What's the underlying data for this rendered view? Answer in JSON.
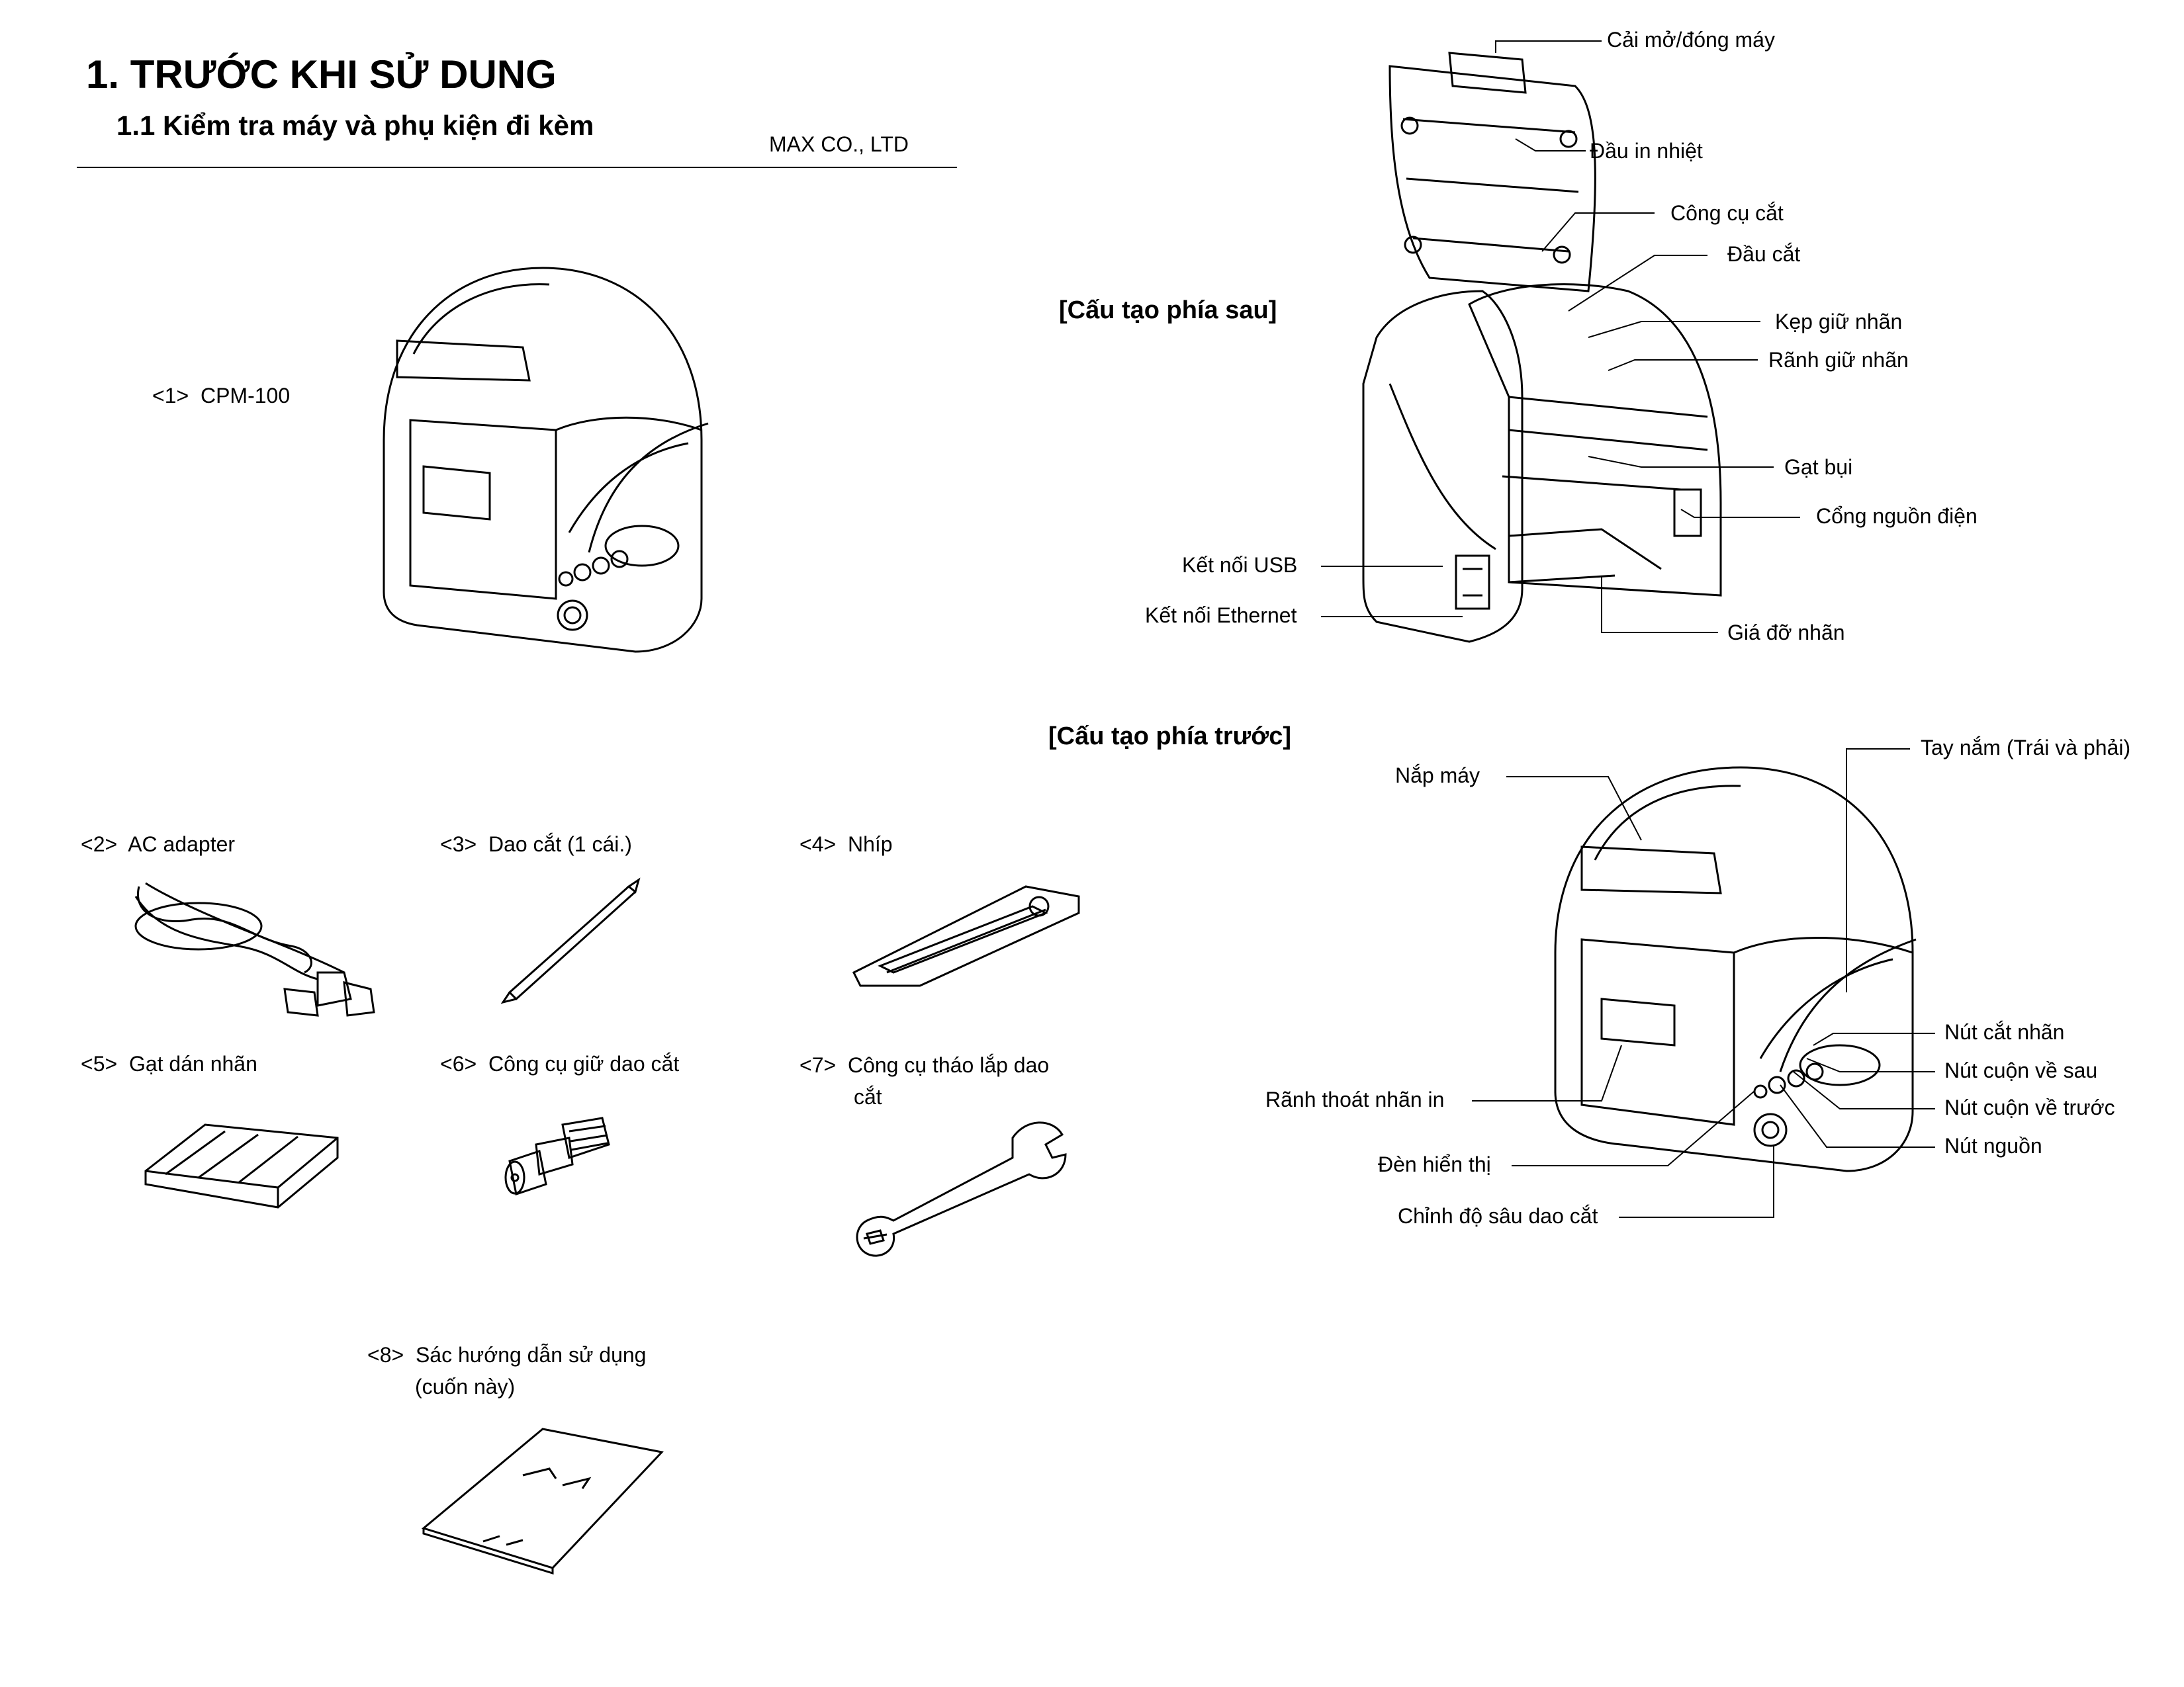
{
  "header": {
    "title": "1. TRƯỚC KHI SỬ DUNG",
    "subtitle": "1.1   Kiểm tra máy và phụ kiện đi kèm",
    "company": "MAX CO., LTD"
  },
  "items": [
    {
      "num": "<1>",
      "name": "CPM-100"
    },
    {
      "num": "<2>",
      "name": "AC adapter"
    },
    {
      "num": "<3>",
      "name": "Dao cắt (1 cái.)"
    },
    {
      "num": "<4>",
      "name": "Nhíp"
    },
    {
      "num": "<5>",
      "name": "Gạt dán nhãn"
    },
    {
      "num": "<6>",
      "name": "Công cụ giữ dao cắt"
    },
    {
      "num": "<7>",
      "name": "Công cụ tháo lắp dao",
      "name2": "cắt"
    },
    {
      "num": "<8>",
      "name": "Sác hướng dẫn sử dụng",
      "name2": "(cuốn này)"
    }
  ],
  "rear": {
    "heading": "[Cấu tạo phía sau]",
    "labels": [
      "Cải mở/đóng máy",
      "Đầu in nhiệt",
      "Công cụ cắt",
      "Đầu cắt",
      "Kẹp giữ nhãn",
      "Rãnh giữ nhãn",
      "Gạt bụi",
      "Cổng nguồn điện",
      "Kết nối USB",
      "Kết nối Ethernet",
      "Giá đỡ nhãn"
    ]
  },
  "front": {
    "heading": "[Cấu tạo phía trước]",
    "labels": [
      "Nắp máy",
      "Tay nắm (Trái và phải)",
      "Nút cắt nhãn",
      "Nút cuộn về sau",
      "Nút cuộn về trước",
      "Nút nguồn",
      "Rãnh thoát nhãn in",
      "Đèn hiển thị",
      "Chỉnh độ sâu dao cắt"
    ]
  },
  "icons": {
    "printer": "printer-illustration",
    "adapter": "ac-adapter-illustration",
    "cutter": "cutter-blade-illustration",
    "tweezers": "tweezers-illustration",
    "squeegee": "squeegee-illustration",
    "holder": "cutter-holder-illustration",
    "wrench": "wrench-illustration",
    "manual": "manual-book-illustration"
  }
}
